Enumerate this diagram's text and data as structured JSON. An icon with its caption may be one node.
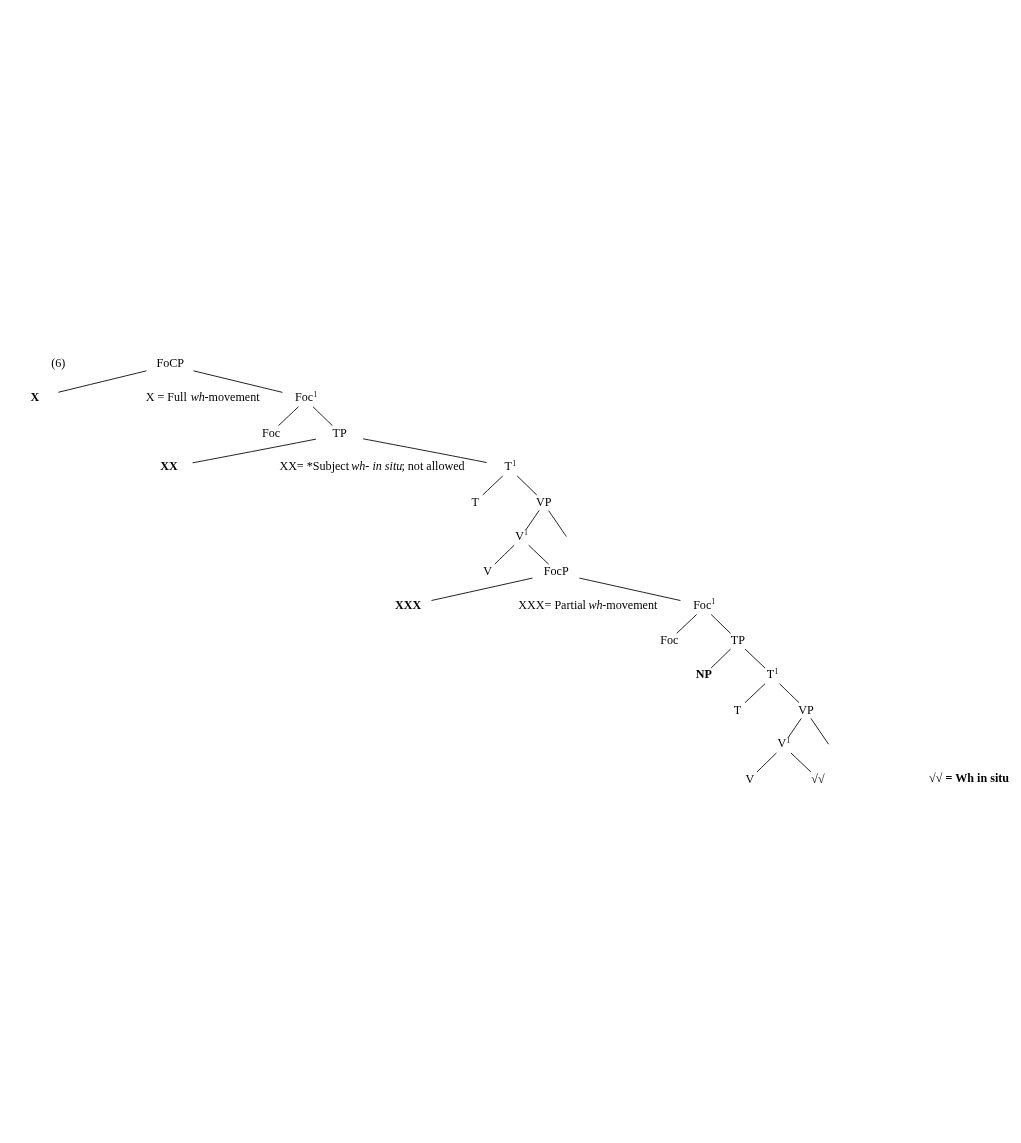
{
  "diagram": {
    "nodes": [
      {
        "text": [
          "FoCP"
        ]
      },
      {
        "text": [
          "X"
        ]
      },
      {
        "text": [
          "Foc$^{1}$"
        ]
      },
      {
        "text": [
          "Foc"
        ]
      },
      {
        "text": [
          "TP"
        ]
      },
      {
        "text": [
          "XX"
        ]
      },
      {
        "text": [
          "T$^{1}$"
        ]
      },
      {
        "text": [
          "T"
        ]
      },
      {
        "text": [
          "VP"
        ]
      },
      {
        "text": [
          "V$^{1}$"
        ]
      },
      {
        "text": [
          "V"
        ]
      },
      {
        "text": [
          "FocP"
        ]
      },
      {
        "text": [
          "XXX"
        ]
      },
      {
        "text": [
          "Foc$^{1}$"
        ]
      },
      {
        "text": [
          "Foc"
        ]
      },
      {
        "text": [
          "TP"
        ]
      },
      {
        "text": [
          "NP"
        ]
      },
      {
        "text": [
          "T$^{1}$"
        ]
      },
      {
        "text": [
          "T"
        ]
      },
      {
        "text": [
          "VP"
        ]
      },
      {
        "text": [
          "V$^{1}$"
        ]
      },
      {
        "text": [
          "V"
        ]
      },
      {
        "text": [
          "√√"
        ]
      }
    ],
    "edges": [
      {
        "from": 0,
        "to": 1,
        "arrow": "none"
      },
      {
        "from": 0,
        "to": 2,
        "arrow": "none"
      },
      {
        "from": 2,
        "to": 3,
        "arrow": "none"
      },
      {
        "from": 2,
        "to": 4,
        "arrow": "none"
      },
      {
        "from": 4,
        "to": 5,
        "arrow": "none"
      },
      {
        "from": 4,
        "to": 6,
        "arrow": "none"
      },
      {
        "from": 6,
        "to": 7,
        "arrow": "none"
      },
      {
        "from": 6,
        "to": 8,
        "arrow": "none"
      },
      {
        "from": 8,
        "to": null,
        "arrow": "none"
      },
      {
        "from": 8,
        "to": 9,
        "arrow": "none"
      },
      {
        "from": 9,
        "to": 10,
        "arrow": "none"
      },
      {
        "from": 9,
        "to": 11,
        "arrow": "none"
      },
      {
        "from": 11,
        "to": 12,
        "arrow": "none"
      },
      {
        "from": 11,
        "to": 13,
        "arrow": "none"
      },
      {
        "from": 13,
        "to": 14,
        "arrow": "none"
      },
      {
        "from": 13,
        "to": 15,
        "arrow": "none"
      },
      {
        "from": 15,
        "to": 16,
        "arrow": "none"
      },
      {
        "from": 15,
        "to": 17,
        "arrow": "none"
      },
      {
        "from": 17,
        "to": 18,
        "arrow": "none"
      },
      {
        "from": 17,
        "to": 19,
        "arrow": "none"
      },
      {
        "from": 19,
        "to": null,
        "arrow": "none"
      },
      {
        "from": 19,
        "to": 20,
        "arrow": "none"
      },
      {
        "from": 20,
        "to": 21,
        "arrow": "none"
      },
      {
        "from": 20,
        "to": 22,
        "arrow": "none"
      }
    ],
    "labels": [
      "(6)",
      "X = Full *wh*-movement",
      "XX= *Subject *wh- in situ*; not allowed",
      "XXX= Partial *wh*-movement",
      "√√ **= Wh in situ**"
    ]
  }
}
